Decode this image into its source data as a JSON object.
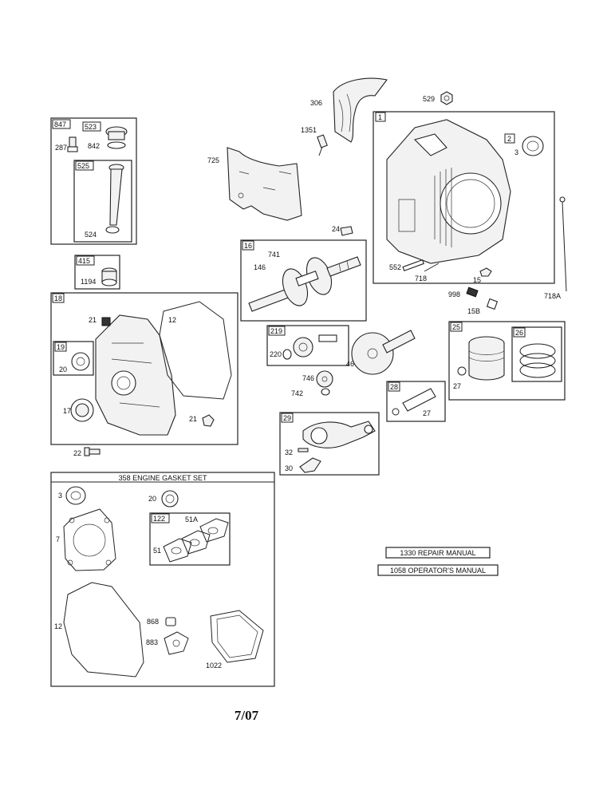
{
  "callouts": {
    "p306": "306",
    "p529": "529",
    "p1351": "1351",
    "p1": "1",
    "p2": "2",
    "p3": "3",
    "p725": "725",
    "p24": "24",
    "p847": "847",
    "p523": "523",
    "p842": "842",
    "p287": "287",
    "p525": "525",
    "p524": "524",
    "p415": "415",
    "p1194": "1194",
    "p16": "16",
    "p741": "741",
    "p146": "146",
    "p552": "552",
    "p718": "718",
    "p15": "15",
    "p998": "998",
    "p15b": "15B",
    "p718a": "718A",
    "p18": "18",
    "p21a": "21",
    "p12a": "12",
    "p19": "19",
    "p20a": "20",
    "p17": "17",
    "p21b": "21",
    "p22": "22",
    "p219": "219",
    "p220": "220",
    "p46": "46",
    "p746": "746",
    "p742": "742",
    "p25": "25",
    "p26": "26",
    "p27a": "27",
    "p28": "28",
    "p27b": "27",
    "p29": "29",
    "p32": "32",
    "p30": "30",
    "p3b": "3",
    "p20b": "20",
    "p7": "7",
    "p122": "122",
    "p51a": "51A",
    "p51": "51",
    "p12b": "12",
    "p868": "868",
    "p883": "883",
    "p1022": "1022"
  },
  "gasket_set_title": "358 ENGINE GASKET SET",
  "manuals": {
    "repair": "1330 REPAIR MANUAL",
    "operator": "1058 OPERATOR'S MANUAL"
  },
  "footer_date": "7/07"
}
